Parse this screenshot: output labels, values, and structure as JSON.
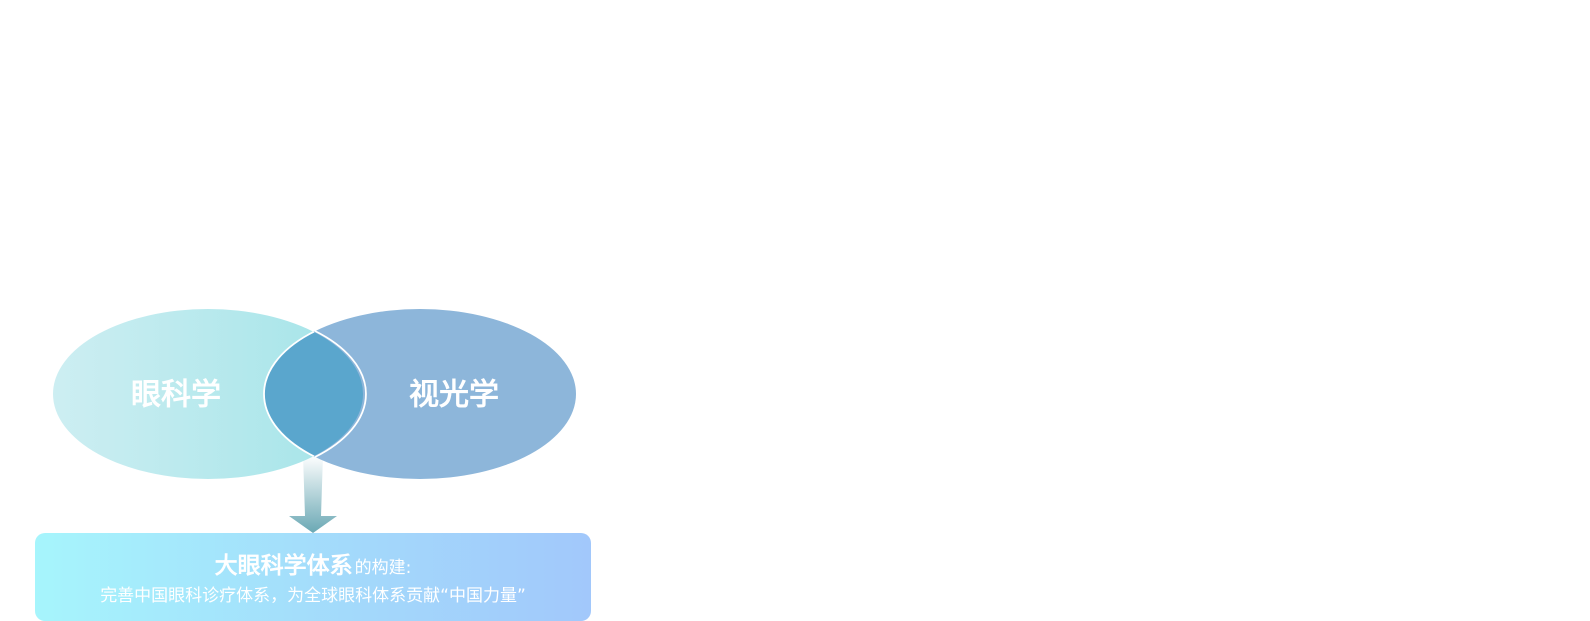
{
  "diagram": {
    "left_circle": {
      "label": "眼科学",
      "color_start": "#cdeef2",
      "color_end": "#a3e4e8"
    },
    "right_circle": {
      "label": "视光学",
      "color": "#8db6da"
    },
    "overlap_color": "#5aa6cd",
    "arrow_color": "#6aa8b4",
    "result": {
      "title": "大眼科学体系",
      "suffix": "的构建:",
      "description": "完善中国眼科诊疗体系，为全球眼科体系贡献“中国力量”"
    }
  }
}
